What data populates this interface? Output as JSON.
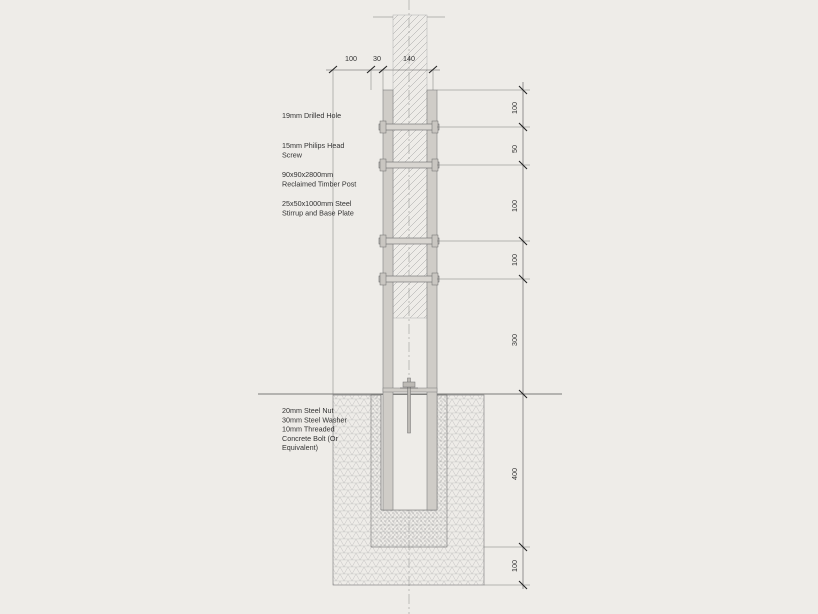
{
  "annotations": [
    {
      "name": "drilled-hole-label",
      "lines": [
        "19mm Drilled Hole"
      ]
    },
    {
      "name": "screw-label",
      "lines": [
        "15mm Philips Head",
        "Screw"
      ]
    },
    {
      "name": "post-label",
      "lines": [
        "90x90x2800mm",
        "Reclaimed Timber Post"
      ]
    },
    {
      "name": "stirrup-label",
      "lines": [
        "25x50x1000mm Steel",
        "Stirrup and Base Plate"
      ]
    },
    {
      "name": "bolt-label",
      "lines": [
        "20mm Steel Nut",
        "30mm Steel Washer",
        "10mm Threaded",
        "Concrete Bolt (Or",
        "Equivalent)"
      ]
    }
  ],
  "horizontal_dimensions": [
    "100",
    "30",
    "140"
  ],
  "vertical_dimensions": [
    "100",
    "50",
    "100",
    "100",
    "300",
    "400",
    "100"
  ]
}
